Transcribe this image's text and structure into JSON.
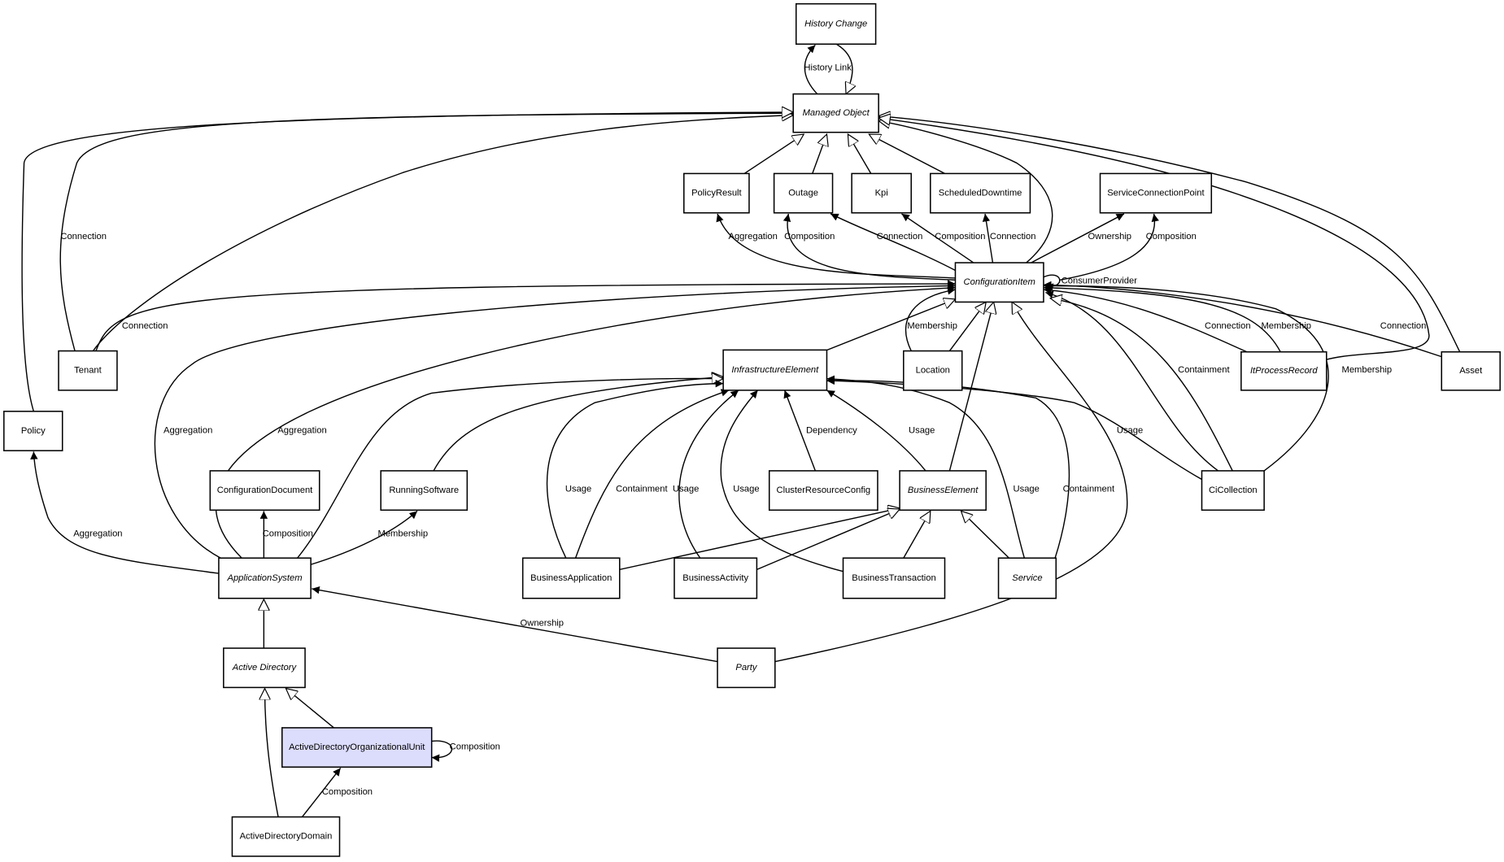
{
  "colors": {
    "highlight_fill": "#dcdcfc",
    "line": "#000000",
    "node_fill": "#ffffff"
  },
  "nodes": {
    "HistoryChange": {
      "label": "History Change",
      "italic": true
    },
    "ManagedObject": {
      "label": "Managed Object",
      "italic": true
    },
    "PolicyResult": {
      "label": "PolicyResult",
      "italic": false
    },
    "Outage": {
      "label": "Outage",
      "italic": false
    },
    "Kpi": {
      "label": "Kpi",
      "italic": false
    },
    "ScheduledDowntime": {
      "label": "ScheduledDowntime",
      "italic": false
    },
    "ServiceConnectionPoint": {
      "label": "ServiceConnectionPoint",
      "italic": false
    },
    "ConfigurationItem": {
      "label": "ConfigurationItem",
      "italic": true
    },
    "Tenant": {
      "label": "Tenant",
      "italic": false
    },
    "Policy": {
      "label": "Policy",
      "italic": false
    },
    "InfrastructureElement": {
      "label": "InfrastructureElement",
      "italic": true
    },
    "Location": {
      "label": "Location",
      "italic": false
    },
    "ItProcessRecord": {
      "label": "ItProcessRecord",
      "italic": true
    },
    "Asset": {
      "label": "Asset",
      "italic": false
    },
    "ConfigurationDocument": {
      "label": "ConfigurationDocument",
      "italic": false
    },
    "RunningSoftware": {
      "label": "RunningSoftware",
      "italic": false
    },
    "ClusterResourceConfig": {
      "label": "ClusterResourceConfig",
      "italic": false
    },
    "BusinessElement": {
      "label": "BusinessElement",
      "italic": true
    },
    "CiCollection": {
      "label": "CiCollection",
      "italic": false
    },
    "ApplicationSystem": {
      "label": "ApplicationSystem",
      "italic": true
    },
    "BusinessApplication": {
      "label": "BusinessApplication",
      "italic": false
    },
    "BusinessActivity": {
      "label": "BusinessActivity",
      "italic": false
    },
    "BusinessTransaction": {
      "label": "BusinessTransaction",
      "italic": false
    },
    "Service": {
      "label": "Service",
      "italic": true
    },
    "ActiveDirectory": {
      "label": "Active Directory",
      "italic": true
    },
    "Party": {
      "label": "Party",
      "italic": true
    },
    "ActiveDirectoryOrganizationalUnit": {
      "label": "ActiveDirectoryOrganizationalUnit",
      "italic": false,
      "highlighted": true
    },
    "ActiveDirectoryDomain": {
      "label": "ActiveDirectoryDomain",
      "italic": false
    }
  },
  "edges": [
    {
      "from": "HistoryChange",
      "to": "ManagedObject",
      "type": "generalization",
      "label": ""
    },
    {
      "from": "ManagedObject",
      "to": "HistoryChange",
      "type": "association",
      "label": "History Link"
    },
    {
      "from": "PolicyResult",
      "to": "ManagedObject",
      "type": "generalization",
      "label": ""
    },
    {
      "from": "Outage",
      "to": "ManagedObject",
      "type": "generalization",
      "label": ""
    },
    {
      "from": "Kpi",
      "to": "ManagedObject",
      "type": "generalization",
      "label": ""
    },
    {
      "from": "ScheduledDowntime",
      "to": "ManagedObject",
      "type": "generalization",
      "label": ""
    },
    {
      "from": "ConfigurationItem",
      "to": "ManagedObject",
      "type": "generalization",
      "label": ""
    },
    {
      "from": "Tenant",
      "to": "ManagedObject",
      "type": "generalization",
      "label": "Connection"
    },
    {
      "from": "Tenant",
      "to": "ManagedObject",
      "type": "generalization",
      "label": ""
    },
    {
      "from": "Policy",
      "to": "ManagedObject",
      "type": "generalization",
      "label": ""
    },
    {
      "from": "Asset",
      "to": "ManagedObject",
      "type": "generalization",
      "label": ""
    },
    {
      "from": "ItProcessRecord",
      "to": "ManagedObject",
      "type": "generalization",
      "label": ""
    },
    {
      "from": "ConfigurationItem",
      "to": "PolicyResult",
      "type": "association",
      "label": "Aggregation"
    },
    {
      "from": "ConfigurationItem",
      "to": "Outage",
      "type": "association",
      "label": "Composition"
    },
    {
      "from": "ConfigurationItem",
      "to": "Outage",
      "type": "association",
      "label": "Connection"
    },
    {
      "from": "ConfigurationItem",
      "to": "Kpi",
      "type": "association",
      "label": "Composition"
    },
    {
      "from": "ConfigurationItem",
      "to": "ScheduledDowntime",
      "type": "association",
      "label": "Connection"
    },
    {
      "from": "ConfigurationItem",
      "to": "ServiceConnectionPoint",
      "type": "association",
      "label": "Ownership"
    },
    {
      "from": "ConfigurationItem",
      "to": "ServiceConnectionPoint",
      "type": "association",
      "label": "Composition"
    },
    {
      "from": "ConfigurationItem",
      "to": "ConfigurationItem",
      "type": "association",
      "label": "ConsumerProvider"
    },
    {
      "from": "Tenant",
      "to": "ConfigurationItem",
      "type": "association",
      "label": "Connection"
    },
    {
      "from": "ApplicationSystem",
      "to": "ConfigurationItem",
      "type": "association",
      "label": "Aggregation"
    },
    {
      "from": "ApplicationSystem",
      "to": "ConfigurationItem",
      "type": "association",
      "label": "Aggregation"
    },
    {
      "from": "InfrastructureElement",
      "to": "ConfigurationItem",
      "type": "generalization",
      "label": ""
    },
    {
      "from": "Location",
      "to": "ConfigurationItem",
      "type": "association",
      "label": "Membership"
    },
    {
      "from": "Location",
      "to": "ConfigurationItem",
      "type": "generalization",
      "label": ""
    },
    {
      "from": "BusinessElement",
      "to": "ConfigurationItem",
      "type": "generalization",
      "label": ""
    },
    {
      "from": "Party",
      "to": "ConfigurationItem",
      "type": "generalization",
      "label": ""
    },
    {
      "from": "ItProcessRecord",
      "to": "ConfigurationItem",
      "type": "association",
      "label": "Connection"
    },
    {
      "from": "ItProcessRecord",
      "to": "ConfigurationItem",
      "type": "association",
      "label": "Membership"
    },
    {
      "from": "Asset",
      "to": "ConfigurationItem",
      "type": "association",
      "label": "Connection"
    },
    {
      "from": "CiCollection",
      "to": "ConfigurationItem",
      "type": "association",
      "label": "Containment"
    },
    {
      "from": "CiCollection",
      "to": "ConfigurationItem",
      "type": "generalization",
      "label": ""
    },
    {
      "from": "CiCollection",
      "to": "ConfigurationItem",
      "type": "association",
      "label": "Membership"
    },
    {
      "from": "CiCollection",
      "to": "InfrastructureElement",
      "type": "association",
      "label": "Usage"
    },
    {
      "from": "RunningSoftware",
      "to": "InfrastructureElement",
      "type": "generalization",
      "label": ""
    },
    {
      "from": "ApplicationSystem",
      "to": "InfrastructureElement",
      "type": "generalization",
      "label": ""
    },
    {
      "from": "BusinessApplication",
      "to": "InfrastructureElement",
      "type": "association",
      "label": "Usage"
    },
    {
      "from": "BusinessApplication",
      "to": "InfrastructureElement",
      "type": "association",
      "label": "Containment"
    },
    {
      "from": "BusinessActivity",
      "to": "InfrastructureElement",
      "type": "association",
      "label": "Usage"
    },
    {
      "from": "BusinessTransaction",
      "to": "InfrastructureElement",
      "type": "association",
      "label": "Usage"
    },
    {
      "from": "ClusterResourceConfig",
      "to": "InfrastructureElement",
      "type": "association",
      "label": "Dependency"
    },
    {
      "from": "BusinessElement",
      "to": "InfrastructureElement",
      "type": "association",
      "label": "Usage"
    },
    {
      "from": "Service",
      "to": "InfrastructureElement",
      "type": "association",
      "label": "Usage"
    },
    {
      "from": "Service",
      "to": "InfrastructureElement",
      "type": "association",
      "label": "Containment"
    },
    {
      "from": "BusinessApplication",
      "to": "BusinessElement",
      "type": "generalization",
      "label": ""
    },
    {
      "from": "BusinessActivity",
      "to": "BusinessElement",
      "type": "generalization",
      "label": ""
    },
    {
      "from": "BusinessTransaction",
      "to": "BusinessElement",
      "type": "generalization",
      "label": ""
    },
    {
      "from": "Service",
      "to": "BusinessElement",
      "type": "generalization",
      "label": ""
    },
    {
      "from": "ApplicationSystem",
      "to": "ConfigurationDocument",
      "type": "association",
      "label": "Composition"
    },
    {
      "from": "ApplicationSystem",
      "to": "RunningSoftware",
      "type": "association",
      "label": "Membership"
    },
    {
      "from": "ApplicationSystem",
      "to": "Policy",
      "type": "association",
      "label": "Aggregation"
    },
    {
      "from": "Party",
      "to": "ApplicationSystem",
      "type": "association",
      "label": "Ownership"
    },
    {
      "from": "ActiveDirectory",
      "to": "ApplicationSystem",
      "type": "generalization",
      "label": ""
    },
    {
      "from": "ActiveDirectoryOrganizationalUnit",
      "to": "ActiveDirectory",
      "type": "generalization",
      "label": ""
    },
    {
      "from": "ActiveDirectoryDomain",
      "to": "ActiveDirectory",
      "type": "generalization",
      "label": ""
    },
    {
      "from": "ActiveDirectoryDomain",
      "to": "ActiveDirectoryOrganizationalUnit",
      "type": "association",
      "label": "Composition"
    },
    {
      "from": "ActiveDirectoryOrganizationalUnit",
      "to": "ActiveDirectoryOrganizationalUnit",
      "type": "association",
      "label": "Composition"
    }
  ]
}
